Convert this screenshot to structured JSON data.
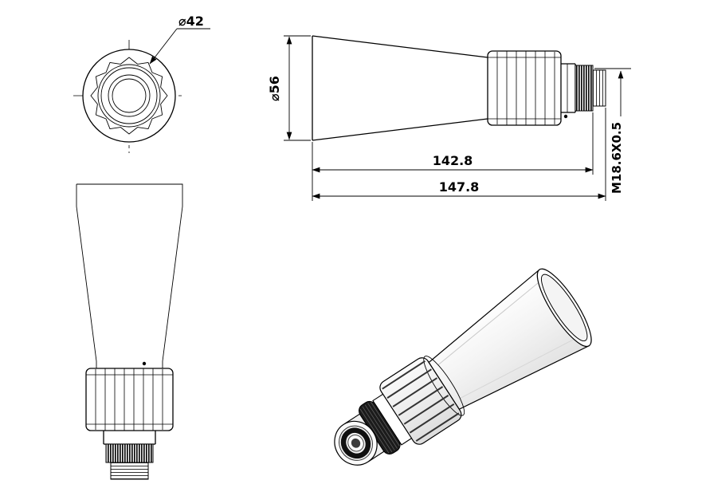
{
  "drawing": {
    "labels": {
      "front_diameter": "⌀42",
      "side_diameter": "⌀56",
      "body_length": "142.8",
      "total_length": "147.8",
      "thread_spec": "M18.6X0.5"
    },
    "colors": {
      "ink": "#000000",
      "background": "#ffffff",
      "dark_ring": "#1b1b1b"
    }
  }
}
